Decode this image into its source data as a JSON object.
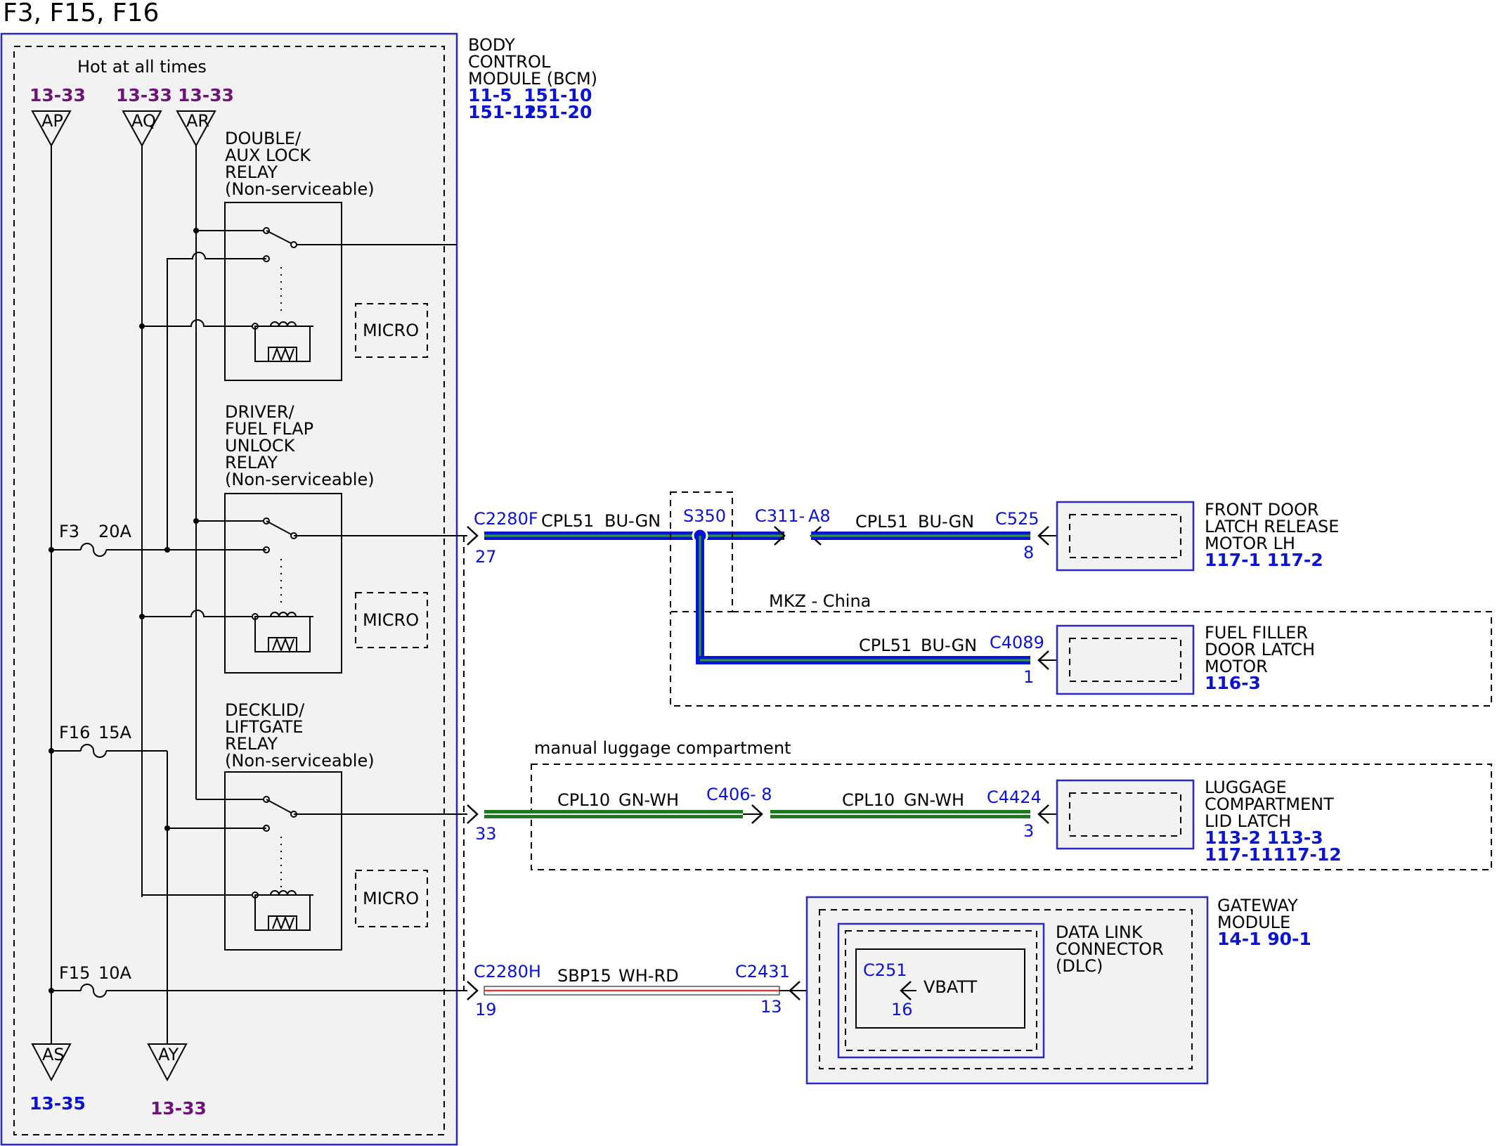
{
  "title": "F3, F15, F16",
  "bcm": {
    "name_lines": [
      "BODY",
      "CONTROL",
      "MODULE (BCM)"
    ],
    "refs_line1": [
      "11-5",
      "151-10"
    ],
    "refs_line2": [
      "151-12",
      "151-20"
    ],
    "hot_label": "Hot at all times",
    "top_refs": [
      "13-33",
      "13-33",
      "13-33"
    ],
    "top_terminals": [
      "AP",
      "AQ",
      "AR"
    ],
    "bottom_terminals": [
      "AS",
      "AY"
    ],
    "bottom_refs": [
      "13-35",
      "13-33"
    ],
    "fuses": [
      {
        "name": "F3",
        "rating": "20A"
      },
      {
        "name": "F16",
        "rating": "15A"
      },
      {
        "name": "F15",
        "rating": "10A"
      }
    ],
    "relays": [
      {
        "lines": [
          "DOUBLE/",
          "AUX LOCK",
          "RELAY",
          "(Non-serviceable)"
        ]
      },
      {
        "lines": [
          "DRIVER/",
          "FUEL FLAP",
          "UNLOCK",
          "RELAY",
          "(Non-serviceable)"
        ]
      },
      {
        "lines": [
          "DECKLID/",
          "LIFTGATE",
          "RELAY",
          "(Non-serviceable)"
        ]
      }
    ],
    "micro_label": "MICRO"
  },
  "circuits": {
    "c1": {
      "connector": "C2280F",
      "pin": "27",
      "wire": "CPL51",
      "color": "BU-GN",
      "splice": "S350",
      "inline_connector": "C311-",
      "inline_pin": "A8",
      "wire2": "CPL51",
      "color2": "BU-GN",
      "end_connector": "C525",
      "end_pin": "8"
    },
    "c1b": {
      "note": "MKZ - China",
      "wire": "CPL51",
      "color": "BU-GN",
      "end_connector": "C4089",
      "end_pin": "1"
    },
    "c2": {
      "note": "manual luggage compartment",
      "pin": "33",
      "wire": "CPL10",
      "color": "GN-WH",
      "inline_connector": "C406",
      "inline_pin": "- 8",
      "wire2": "CPL10",
      "color2": "GN-WH",
      "end_connector": "C4424",
      "end_pin": "3"
    },
    "c3": {
      "connector": "C2280H",
      "pin": "19",
      "wire": "SBP15",
      "color": "WH-RD",
      "end_connector": "C2431",
      "end_pin": "13"
    }
  },
  "components": {
    "front_latch": {
      "lines": [
        "FRONT DOOR",
        "LATCH RELEASE",
        "MOTOR LH"
      ],
      "refs": "117-1 117-2"
    },
    "fuel_filler": {
      "lines": [
        "FUEL FILLER",
        "DOOR LATCH",
        "MOTOR"
      ],
      "refs": "116-3"
    },
    "luggage": {
      "lines": [
        "LUGGAGE",
        "COMPARTMENT",
        "LID LATCH"
      ],
      "refs1": "113-2 113-3",
      "refs2": "117-11117-12"
    },
    "gateway": {
      "lines": [
        "GATEWAY",
        "MODULE"
      ],
      "refs": "14-1  90-1"
    },
    "dlc": {
      "lines": [
        "DATA LINK",
        "CONNECTOR",
        "(DLC)"
      ],
      "connector": "C251",
      "pin": "16",
      "signal": "VBATT"
    }
  },
  "colors": {
    "blue_wire": "#0a14d2",
    "green_stripe": "#2aa02a",
    "green_wire": "#1e7a1e",
    "white_wire": "#ffffff",
    "red_stripe": "#d04040",
    "ref_blue": "#0a14d2",
    "ref_purple": "#6e1478",
    "module_border": "#2828c8"
  }
}
